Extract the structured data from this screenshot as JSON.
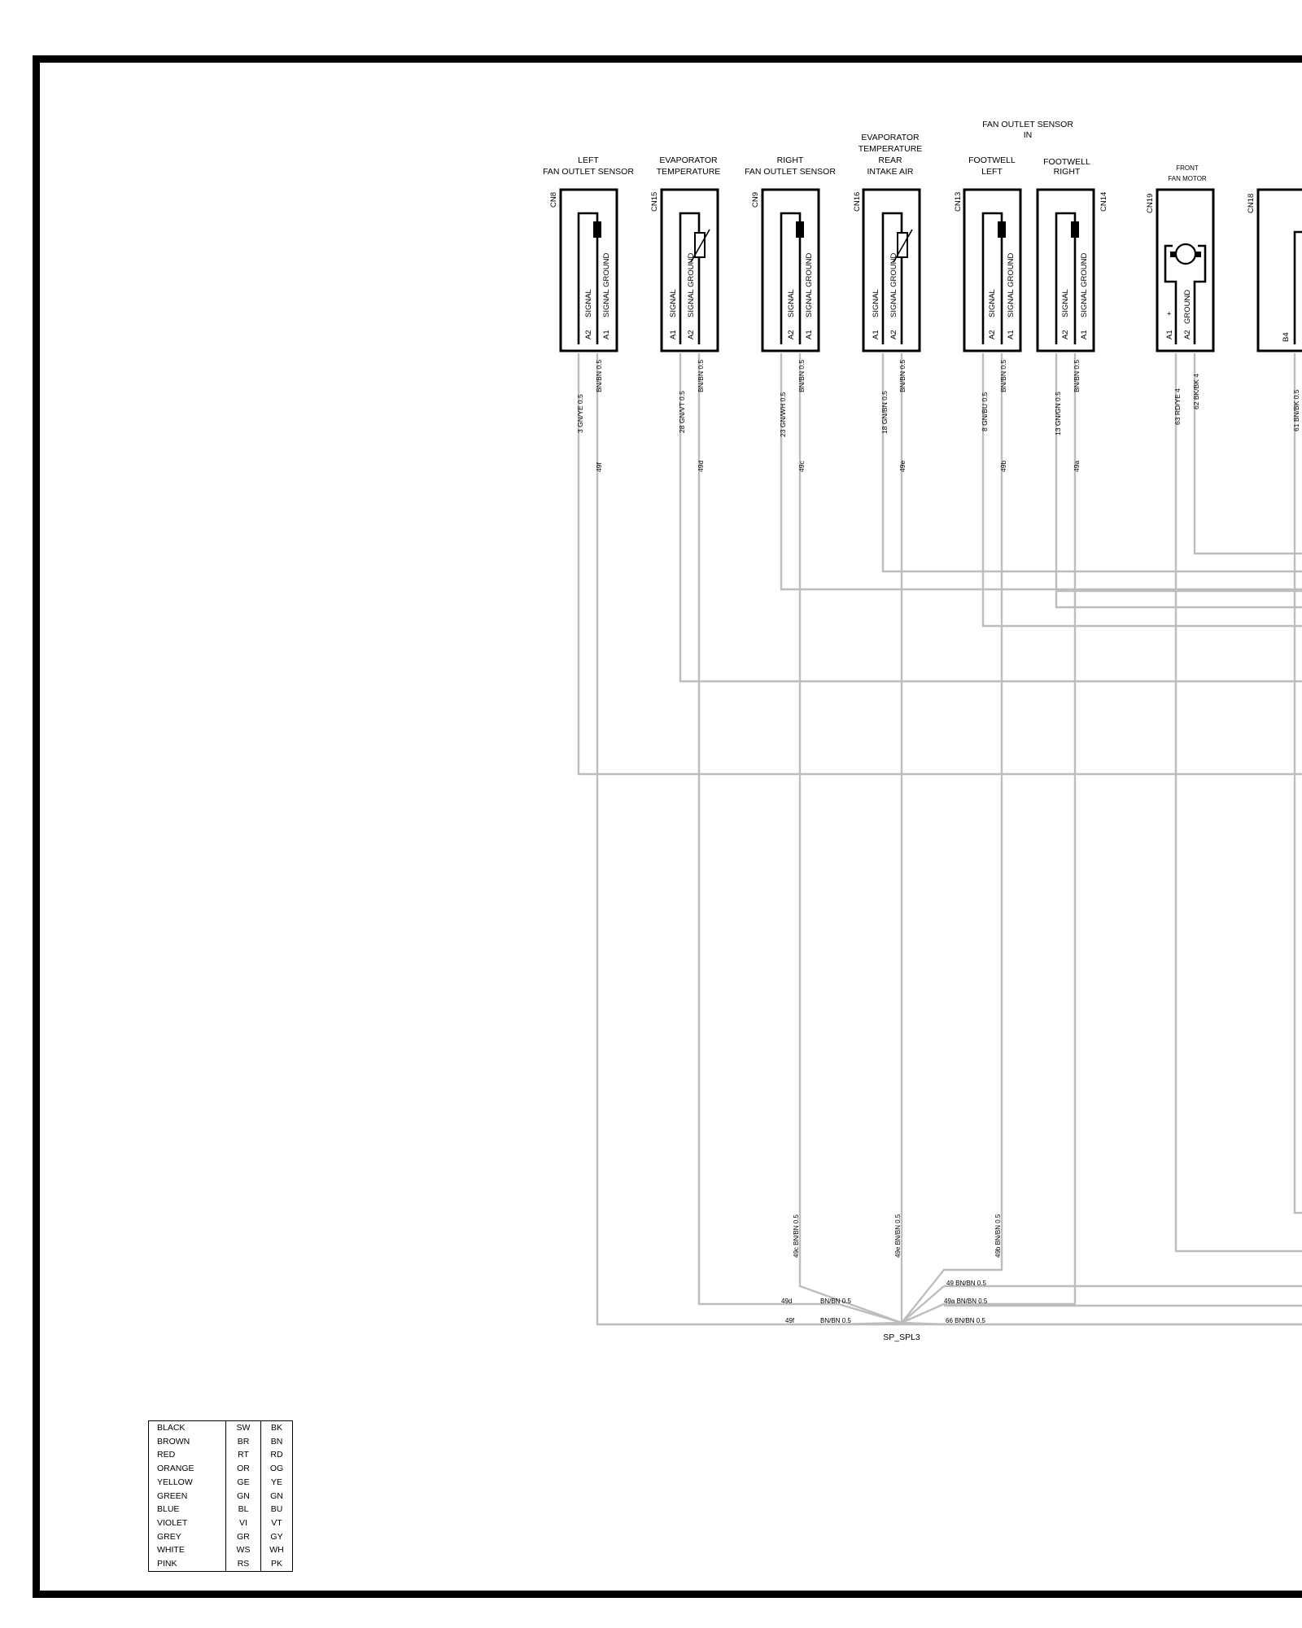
{
  "components": [
    {
      "id": "cn8",
      "ref": "CN8",
      "title": [
        "LEFT",
        "FAN OUTLET SENSOR"
      ],
      "pins": [
        "A2",
        "A1"
      ],
      "signals": [
        "SIGNAL",
        "SIGNAL GROUND"
      ],
      "wires": [
        "3 GN/YE 0.5",
        "BN/BN 0.5"
      ],
      "branch": "49f"
    },
    {
      "id": "cn15",
      "ref": "CN15",
      "title": [
        "EVAPORATOR",
        "TEMPERATURE"
      ],
      "pins": [
        "A1",
        "A2"
      ],
      "signals": [
        "SIGNAL",
        "SIGNAL GROUND"
      ],
      "wires": [
        "28 GN/VT 0.5",
        "BN/BN 0.5"
      ],
      "branch": "49d"
    },
    {
      "id": "cn9",
      "ref": "CN9",
      "title": [
        "RIGHT",
        "FAN OUTLET SENSOR"
      ],
      "pins": [
        "A2",
        "A1"
      ],
      "signals": [
        "SIGNAL",
        "SIGNAL GROUND"
      ],
      "wires": [
        "23 GN/WH 0.5",
        "BN/BN 0.5"
      ],
      "branch": "49c"
    },
    {
      "id": "cn16",
      "ref": "CN16",
      "title": [
        "EVAPORATOR",
        "TEMPERATURE",
        "REAR",
        "INTAKE AIR"
      ],
      "pins": [
        "A1",
        "A2"
      ],
      "signals": [
        "SIGNAL",
        "SIGNAL GROUND"
      ],
      "wires": [
        "18 GN/BN 0.5",
        "BN/BN 0.5"
      ],
      "branch": "49e"
    },
    {
      "id": "cn13",
      "ref": "CN13",
      "title": [
        "FOOTWELL",
        "LEFT"
      ],
      "pins": [
        "A2",
        "A1"
      ],
      "signals": [
        "SIGNAL",
        "SIGNAL GROUND"
      ],
      "wires": [
        "8 GN/BU 0.5",
        "BN/BN 0.5"
      ],
      "branch": "49b"
    },
    {
      "id": "cn14",
      "ref": "CN14",
      "title": [
        "FOOTWELL",
        "RIGHT"
      ],
      "pins": [
        "A2",
        "A1"
      ],
      "signals": [
        "SIGNAL",
        "SIGNAL GROUND"
      ],
      "wires": [
        "13 GN/GN 0.5",
        "BN/BN 0.5"
      ],
      "branch": "49a"
    },
    {
      "id": "cn19",
      "ref": "CN19",
      "title": [
        "FRONT",
        "FAN MOTOR"
      ],
      "pins": [
        "A1",
        "A2"
      ],
      "signals": [
        "+",
        "GROUND"
      ],
      "wires": [
        "63 RD/YE 4",
        "62 BK/BK 4"
      ],
      "branch": ""
    },
    {
      "id": "cn18",
      "ref": "CN18",
      "title": [],
      "pins": [
        "B4"
      ],
      "signals": [],
      "wires": [
        "61 BN/BK 0.5"
      ],
      "branch": ""
    }
  ],
  "group_title": [
    "FAN OUTLET SENSOR",
    "IN"
  ],
  "splice": {
    "name": "SP_SPL3",
    "vertical_labels": [
      "49c  BN/BN 0.5",
      "49e  BN/BN 0.5",
      "49b  BN/BN 0.5"
    ],
    "left_labels": [
      {
        "id": "49d",
        "wire": "BN/BN 0.5"
      },
      {
        "id": "49f",
        "wire": "BN/BN 0.5"
      }
    ],
    "right_labels": [
      "49  BN/BN 0.5",
      "49a  BN/BN 0.5",
      "66  BN/BN 0.5"
    ]
  },
  "legend": [
    [
      "BLACK",
      "SW",
      "BK"
    ],
    [
      "BROWN",
      "BR",
      "BN"
    ],
    [
      "RED",
      "RT",
      "RD"
    ],
    [
      "ORANGE",
      "OR",
      "OG"
    ],
    [
      "YELLOW",
      "GE",
      "YE"
    ],
    [
      "GREEN",
      "GN",
      "GN"
    ],
    [
      "BLUE",
      "BL",
      "BU"
    ],
    [
      "VIOLET",
      "VI",
      "VT"
    ],
    [
      "GREY",
      "GR",
      "GY"
    ],
    [
      "WHITE",
      "WS",
      "WH"
    ],
    [
      "PINK",
      "RS",
      "PK"
    ]
  ]
}
